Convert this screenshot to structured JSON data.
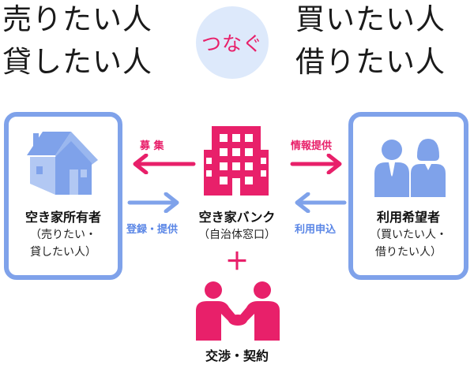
{
  "headline": {
    "left_line1": "売りたい人",
    "left_line2": "貸したい人",
    "center": "つなぐ",
    "right_line1": "買いたい人",
    "right_line2": "借りたい人"
  },
  "left_box": {
    "title": "空き家所有者",
    "sub_line1": "（売りたい・",
    "sub_line2": "貸したい人）"
  },
  "center": {
    "title": "空き家バンク",
    "sub": "（自治体窓口）",
    "plus": "＋",
    "deal": "交渉・契約"
  },
  "right_box": {
    "title": "利用希望者",
    "sub_line1": "（買いたい人・",
    "sub_line2": "借りたい人）"
  },
  "arrows": {
    "recruit": "募 集",
    "register": "登録・提供",
    "info": "情報提供",
    "apply": "利用申込"
  },
  "colors": {
    "accent_pink": "#e8206a",
    "accent_blue": "#7fa2ea",
    "circle_bg": "#dde9fb"
  }
}
